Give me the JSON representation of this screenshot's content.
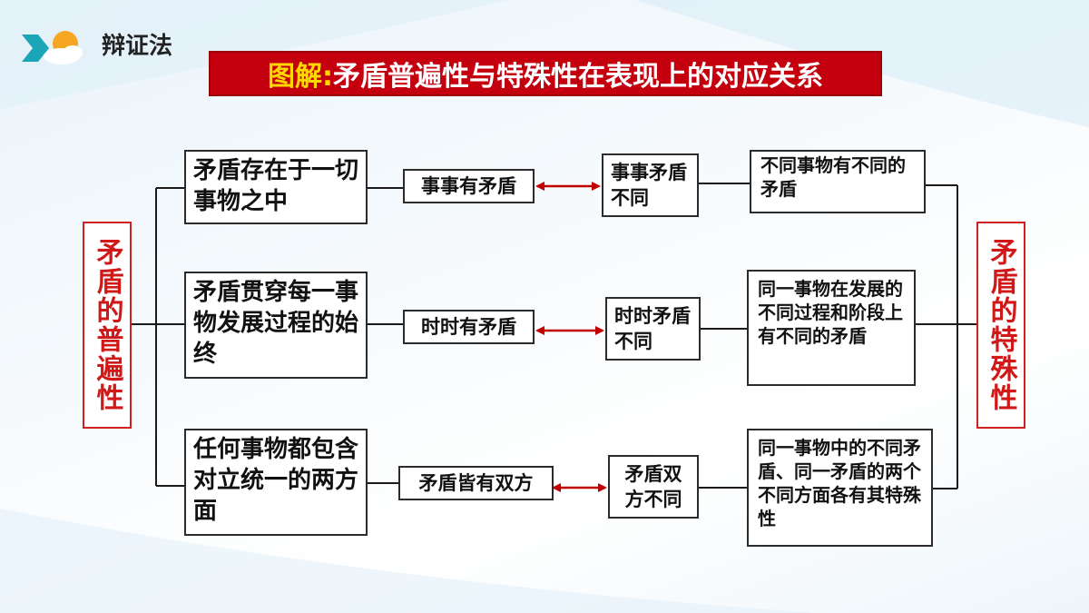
{
  "header": {
    "section_label": "辩证法",
    "title_prefix": "图解:",
    "title_rest": "矛盾普遍性与特殊性在表现上的对应关系"
  },
  "left_label": "矛盾的普遍性",
  "right_label": "矛盾的特殊性",
  "rows": [
    {
      "universality": "矛盾存在于一切事物之中",
      "short_universal": "事事有矛盾",
      "short_particular": "事事矛盾不同",
      "particularity": "不同事物有不同的矛盾"
    },
    {
      "universality": "矛盾贯穿每一事物发展过程的始终",
      "short_universal": "时时有矛盾",
      "short_particular": "时时矛盾不同",
      "particularity": "同一事物在发展的不同过程和阶段上有不同的矛盾"
    },
    {
      "universality": "任何事物都包含对立统一的两方面",
      "short_universal": "矛盾皆有双方",
      "short_particular": "矛盾双方不同",
      "particularity": "同一事物中的不同矛盾、同一矛盾的两个不同方面各有其特殊性"
    }
  ],
  "colors": {
    "banner": "#c4000f",
    "banner_highlight": "#ffd800",
    "side_label": "#d01818",
    "arrow": "#c00000",
    "logo_teal": "#1aa6b7",
    "logo_sun": "#f5a623"
  }
}
